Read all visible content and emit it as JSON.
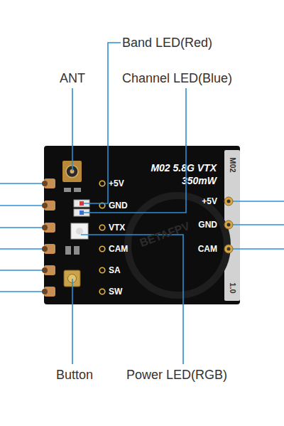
{
  "diagram": {
    "nodes": [
      {
        "text": [
          "M02 5.8G VTX",
          "350mW"
        ]
      }
    ],
    "labels": [
      "ANT",
      "Band LED(Red)",
      "Channel LED(Blue)",
      "+5V",
      "GND",
      "VTX",
      "CAM",
      "SA",
      "SW",
      "+5V",
      "GND",
      "CAM",
      "M02",
      "1.0",
      "BETAFPV",
      "Button",
      "Power LED(RGB)"
    ]
  }
}
